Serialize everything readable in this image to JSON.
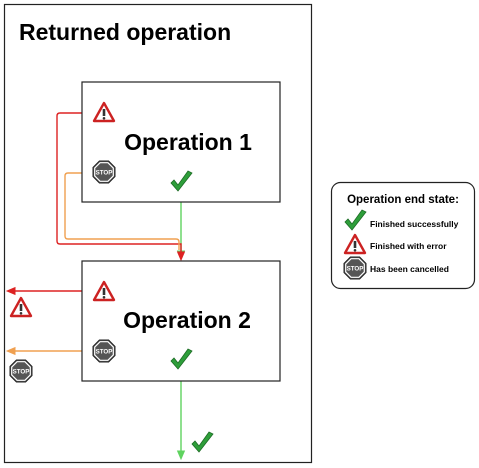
{
  "outer_title": "Returned operation",
  "operations": [
    {
      "label": "Operation 1"
    },
    {
      "label": "Operation 2"
    }
  ],
  "legend": {
    "title": "Operation end state:",
    "items": [
      {
        "icon": "checkmark-icon",
        "label": "Finished successfully"
      },
      {
        "icon": "warning-icon",
        "label": "Finished with error"
      },
      {
        "icon": "stop-icon",
        "label": "Has been cancelled"
      }
    ]
  },
  "stop_sign_text": "STOP",
  "colors": {
    "success": "#2e9e3a",
    "success_line": "#5fd35f",
    "error": "#cc2222",
    "error_line": "#dd2222",
    "cancel_line": "#f0a050",
    "stop_fill": "#555555"
  }
}
